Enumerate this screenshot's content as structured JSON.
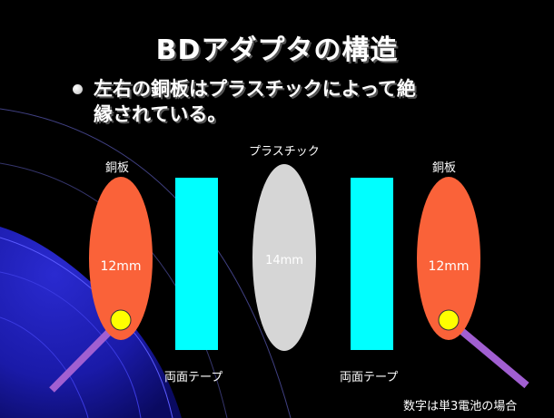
{
  "title": "BDアダプタの構造",
  "bullet": {
    "line1": "左右の銅板はプラスチックによって絶",
    "line2": "縁されている。"
  },
  "labels": {
    "left_copper": "銅板",
    "right_copper": "銅板",
    "plastic": "プラスチック",
    "left_tape": "両面テープ",
    "right_tape": "両面テープ"
  },
  "dimensions": {
    "left_copper": "12mm",
    "plastic": "14mm",
    "right_copper": "12mm"
  },
  "note": "数字は単3電池の場合",
  "colors": {
    "copper": "#fa6239",
    "tape": "#00ffff",
    "plastic": "#d6d6d6",
    "terminal": "#ffff00",
    "lead": "#a15fd1",
    "background": "#000000",
    "accent_blue": "#1a1aa8"
  }
}
